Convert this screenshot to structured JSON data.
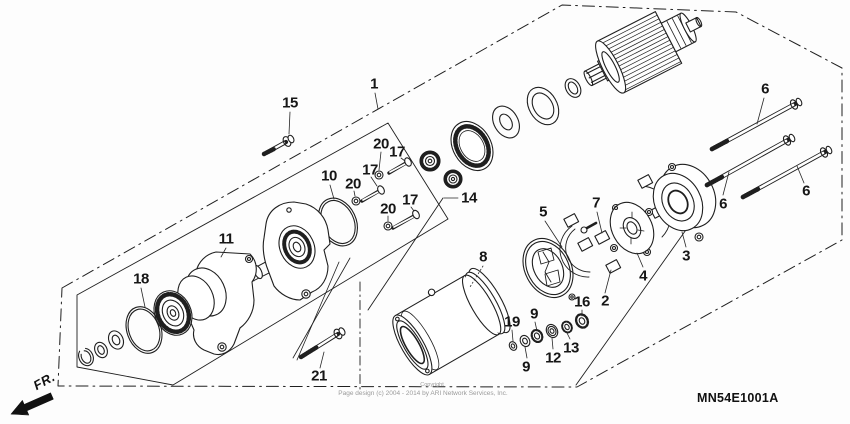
{
  "diagram": {
    "part_code": "MN54E1001A",
    "direction_label": "FR.",
    "watermark": {
      "line1": "Copyright",
      "line2": "Page design (c) 2004 - 2014 by ARI Network Services, Inc."
    }
  },
  "callouts": [
    {
      "label": "1"
    },
    {
      "label": "2"
    },
    {
      "label": "3"
    },
    {
      "label": "4"
    },
    {
      "label": "5"
    },
    {
      "label": "6"
    },
    {
      "label": "6"
    },
    {
      "label": "6"
    },
    {
      "label": "7"
    },
    {
      "label": "8"
    },
    {
      "label": "9"
    },
    {
      "label": "9"
    },
    {
      "label": "10"
    },
    {
      "label": "11"
    },
    {
      "label": "12"
    },
    {
      "label": "13"
    },
    {
      "label": "14"
    },
    {
      "label": "15"
    },
    {
      "label": "16"
    },
    {
      "label": "17"
    },
    {
      "label": "17"
    },
    {
      "label": "17"
    },
    {
      "label": "18"
    },
    {
      "label": "19"
    },
    {
      "label": "20"
    },
    {
      "label": "20"
    },
    {
      "label": "20"
    },
    {
      "label": "21"
    }
  ]
}
